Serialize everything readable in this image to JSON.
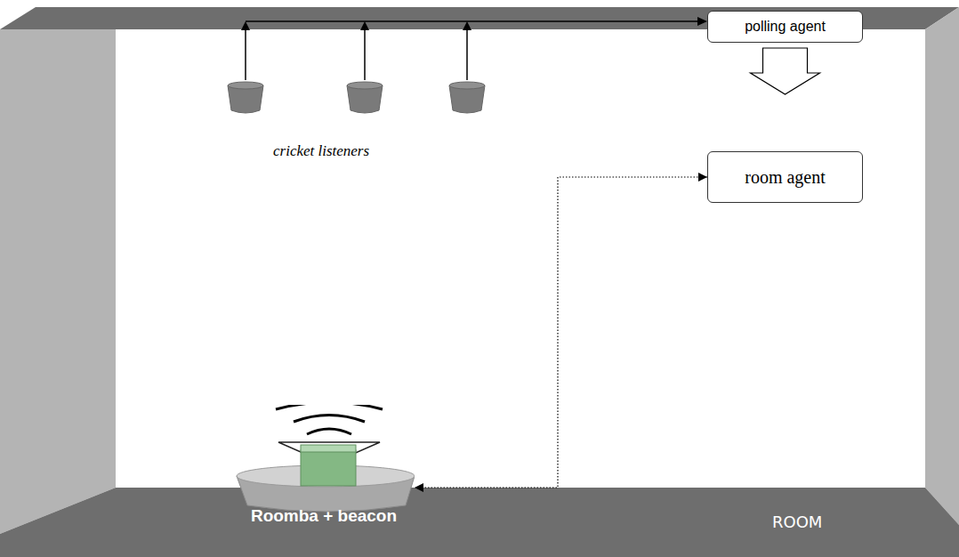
{
  "diagram": {
    "nodes": [
      {
        "text": [
          "polling agent"
        ]
      },
      {
        "text": [
          "room agent"
        ]
      },
      {
        "text": [
          "Roomba + beacon"
        ]
      }
    ],
    "edges": [
      {
        "from": 0,
        "to": 1,
        "arrow": "to"
      },
      {
        "from": 1,
        "to": 2,
        "arrow": "both"
      }
    ],
    "labels": [
      "cricket listeners",
      "ROOM"
    ]
  }
}
